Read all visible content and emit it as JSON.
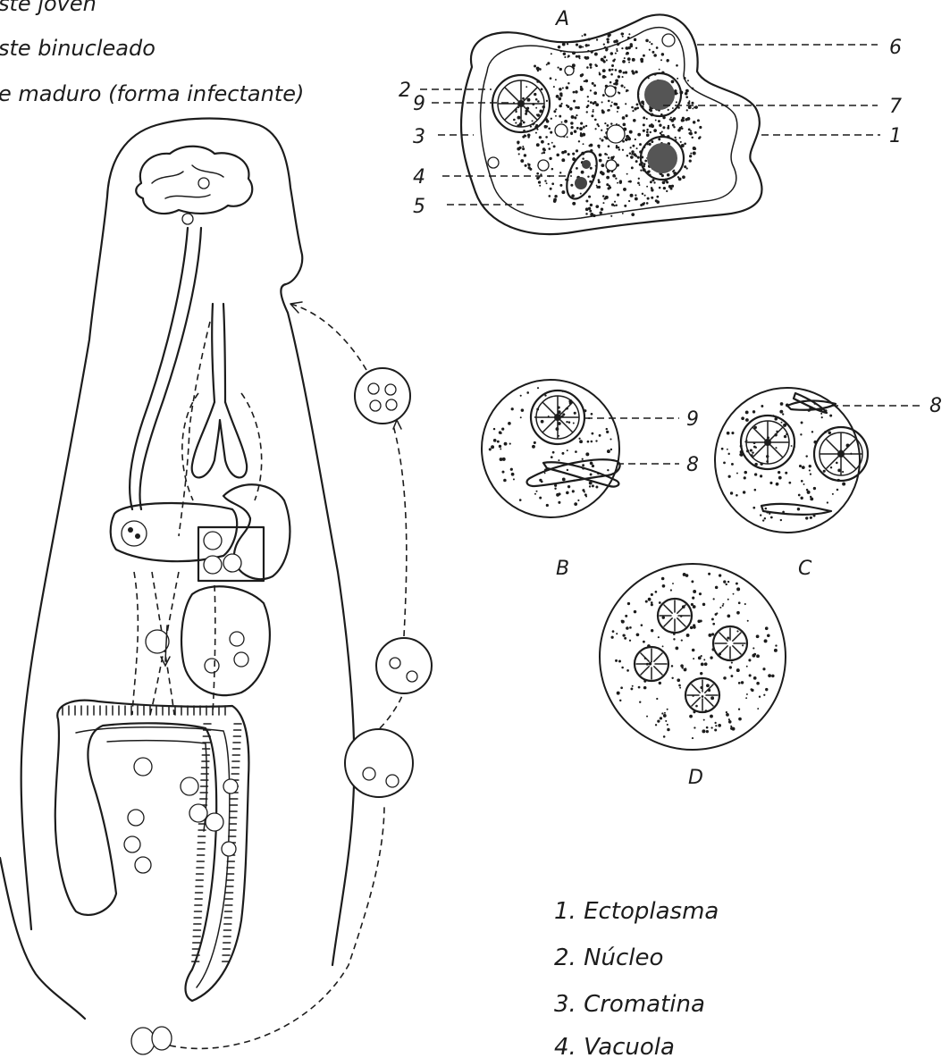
{
  "legend_top": [
    "ste joven",
    "ste binucleado",
    "e maduro (forma infectante)"
  ],
  "panel_labels": {
    "a": "A",
    "b": "B",
    "c": "C",
    "d": "D"
  },
  "callouts_a": {
    "n1": "1",
    "n2": "2",
    "n3": "3",
    "n4": "4",
    "n5": "5",
    "n6": "6",
    "n7": "7",
    "n9": "9"
  },
  "callouts_b": {
    "n9": "9",
    "n8": "8"
  },
  "callouts_c": {
    "n8": "8"
  },
  "legend_bottom": [
    "1. Ectoplasma",
    "2. Núcleo",
    "3. Cromatina",
    "4. Vacuola"
  ]
}
